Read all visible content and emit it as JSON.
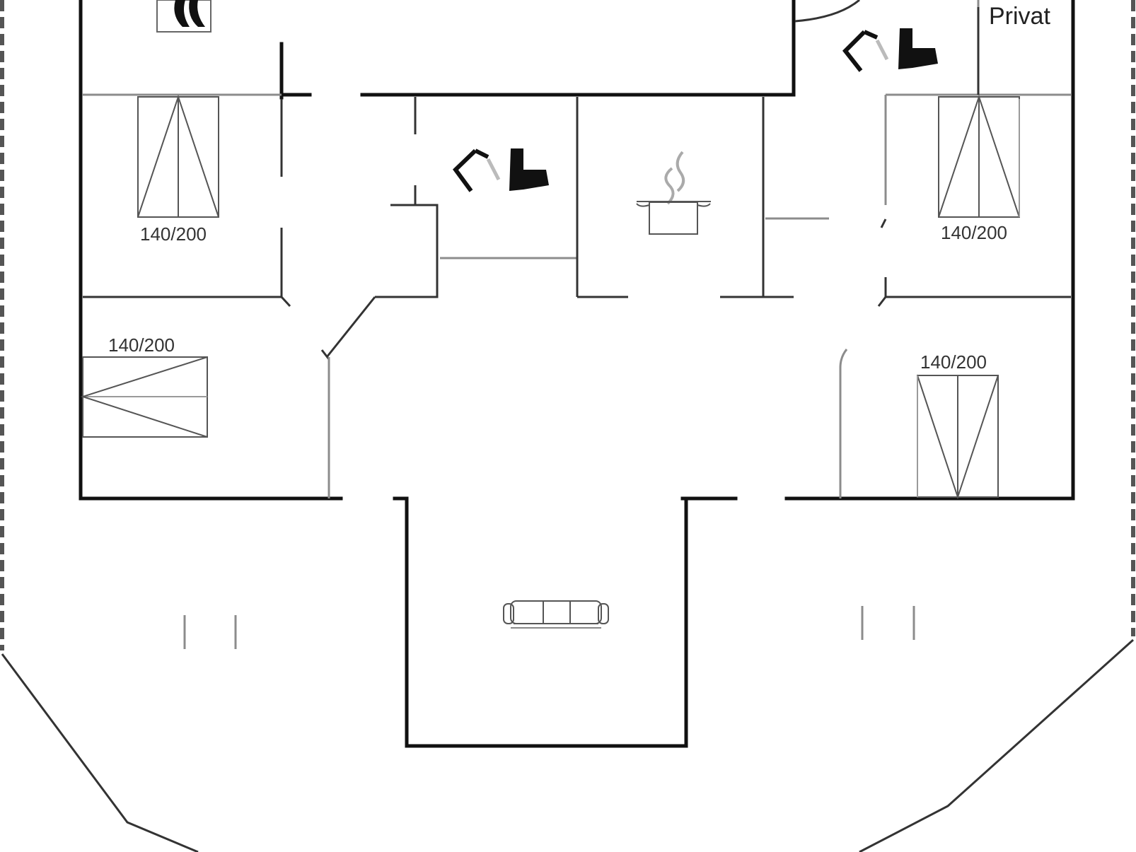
{
  "labels": {
    "privat": "Privat",
    "bed_top_left": "140/200",
    "bed_top_right": "140/200",
    "bed_left": "140/200",
    "bed_right": "140/200"
  }
}
